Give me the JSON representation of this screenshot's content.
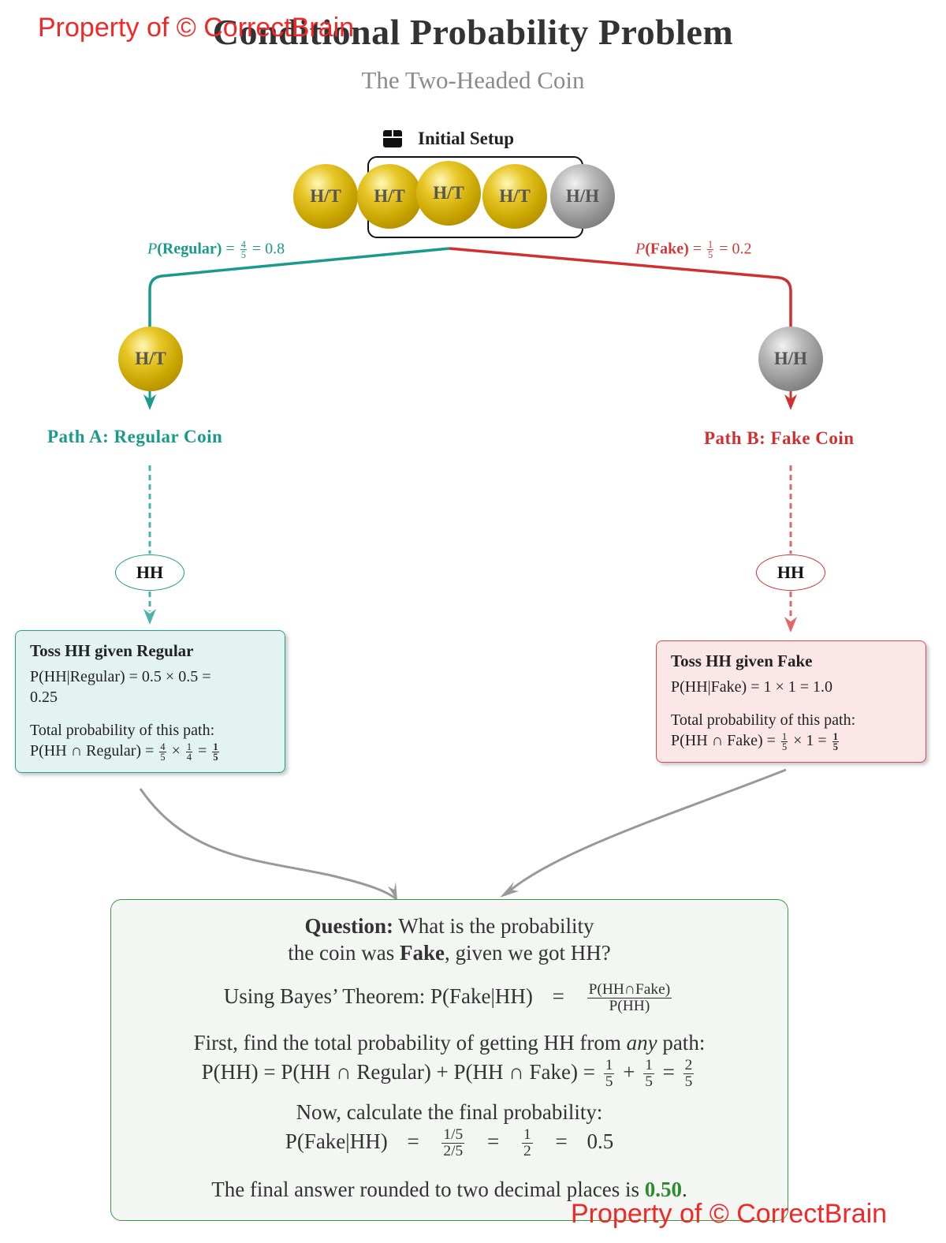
{
  "header": {
    "title": "Conditional Probability Problem",
    "subtitle": "The Two-Headed Coin"
  },
  "watermarks": {
    "top": "Property of © CorrectBrain",
    "bottom": "Property of © CorrectBrain"
  },
  "setup": {
    "icon": "box-icon",
    "label": "Initial Setup",
    "coins": [
      {
        "label": "H/T",
        "type": "regular"
      },
      {
        "label": "H/T",
        "type": "regular"
      },
      {
        "label": "H/T",
        "type": "regular"
      },
      {
        "label": "H/T",
        "type": "regular"
      },
      {
        "label": "H/H",
        "type": "fake"
      }
    ]
  },
  "colors": {
    "regular_path": "#1a9a8a",
    "fake_path": "#d03030",
    "answer": "#2e8b2e",
    "connector": "#999999"
  },
  "branches": {
    "regular": {
      "prob_prefix": "P",
      "prob_name": "(Regular)",
      "prob_eq": "=",
      "prob_num": "4",
      "prob_den": "5",
      "prob_value": "= 0.8",
      "coin_label": "H/T",
      "path_title": "Path A: Regular Coin",
      "outcome": "HH",
      "card": {
        "title": "Toss HH given Regular",
        "line1": "P(HH|Regular) = 0.5 × 0.5 =",
        "line1b": "0.25",
        "line2": "Total probability of this path:",
        "line3_prefix": "P(HH ∩ Regular) =",
        "f1_num": "4",
        "f1_den": "5",
        "times": "×",
        "f2_num": "1",
        "f2_den": "4",
        "eq": "=",
        "res_num": "1",
        "res_den": "5"
      }
    },
    "fake": {
      "prob_prefix": "P",
      "prob_name": "(Fake)",
      "prob_eq": "=",
      "prob_num": "1",
      "prob_den": "5",
      "prob_value": "= 0.2",
      "coin_label": "H/H",
      "path_title": "Path B: Fake Coin",
      "outcome": "HH",
      "card": {
        "title": "Toss HH given Fake",
        "line1": "P(HH|Fake) = 1 × 1 = 1.0",
        "line2": "Total probability of this path:",
        "line3_prefix": "P(HH ∩ Fake) =",
        "f1_num": "1",
        "f1_den": "5",
        "times": "× 1 =",
        "res_num": "1",
        "res_den": "5"
      }
    }
  },
  "solution": {
    "question_bold": "Question:",
    "question_rest": " What is the probability",
    "question_line2_a": "the coin was ",
    "question_line2_bold": "Fake",
    "question_line2_b": ", given we got HH?",
    "bayes_prefix": "Using Bayes’ Theorem: ",
    "bayes_lhs": "P(Fake|HH)",
    "bayes_eq": "=",
    "bayes_num": "P(HH∩Fake)",
    "bayes_den": "P(HH)",
    "total_intro_a": "First, find the total probability of getting HH from ",
    "total_intro_em": "any",
    "total_intro_b": " path:",
    "total_expr": "P(HH) = P(HH ∩ Regular) + P(HH ∩ Fake) =",
    "total_f1_num": "1",
    "total_f1_den": "5",
    "total_plus": "+",
    "total_f2_num": "1",
    "total_f2_den": "5",
    "total_eq": "=",
    "total_res_num": "2",
    "total_res_den": "5",
    "final_intro": "Now, calculate the final probability:",
    "final_lhs": "P(Fake|HH)",
    "final_eq": "=",
    "final_f1_num": "1/5",
    "final_f1_den": "2/5",
    "final_f2_num": "1",
    "final_f2_den": "2",
    "final_value": "0.5",
    "answer_prefix": "The final answer rounded to two decimal places is ",
    "answer_value": "0.50",
    "answer_suffix": "."
  }
}
